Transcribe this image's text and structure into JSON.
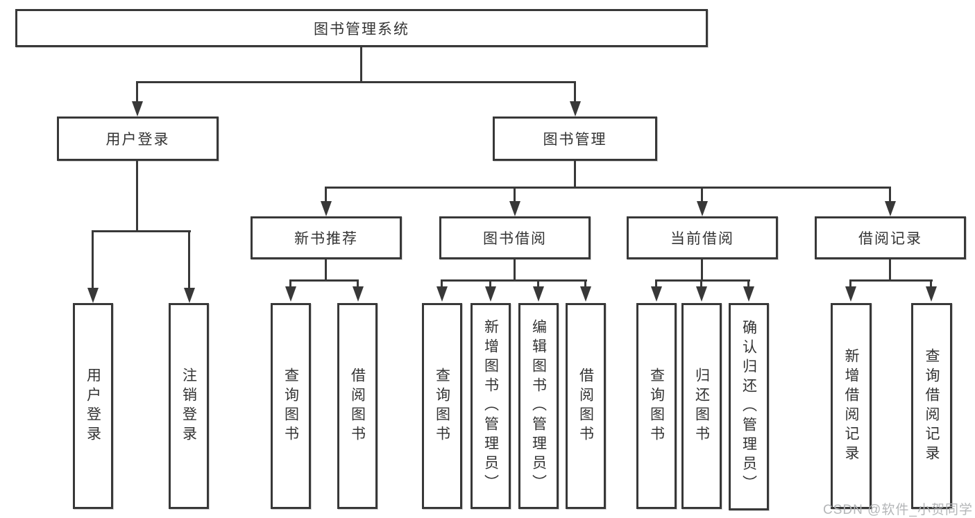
{
  "diagram_type": "hierarchy-org-chart",
  "colors": {
    "line": "#383838",
    "box_border": "#383838",
    "box_fill": "#ffffff",
    "text": "#333333",
    "watermark": "#b4b6b8",
    "background": "#ffffff"
  },
  "watermark": {
    "text": "CSDN @软件_小贺同学"
  },
  "tree": {
    "label": "图书管理系统",
    "children": [
      {
        "label": "用户登录",
        "children": [
          {
            "label": "用户登录"
          },
          {
            "label": "注销登录"
          }
        ]
      },
      {
        "label": "图书管理",
        "children": [
          {
            "label": "新书推荐",
            "children": [
              {
                "label": "查询图书"
              },
              {
                "label": "借阅图书"
              }
            ]
          },
          {
            "label": "图书借阅",
            "children": [
              {
                "label": "查询图书"
              },
              {
                "label": "新增图书（管理员）"
              },
              {
                "label": "编辑图书（管理员）"
              },
              {
                "label": "借阅图书"
              }
            ]
          },
          {
            "label": "当前借阅",
            "children": [
              {
                "label": "查询图书"
              },
              {
                "label": "归还图书"
              },
              {
                "label": "确认归还（管理员）"
              }
            ]
          },
          {
            "label": "借阅记录",
            "children": [
              {
                "label": "新增借阅记录"
              },
              {
                "label": "查询借阅记录"
              }
            ]
          }
        ]
      }
    ]
  }
}
